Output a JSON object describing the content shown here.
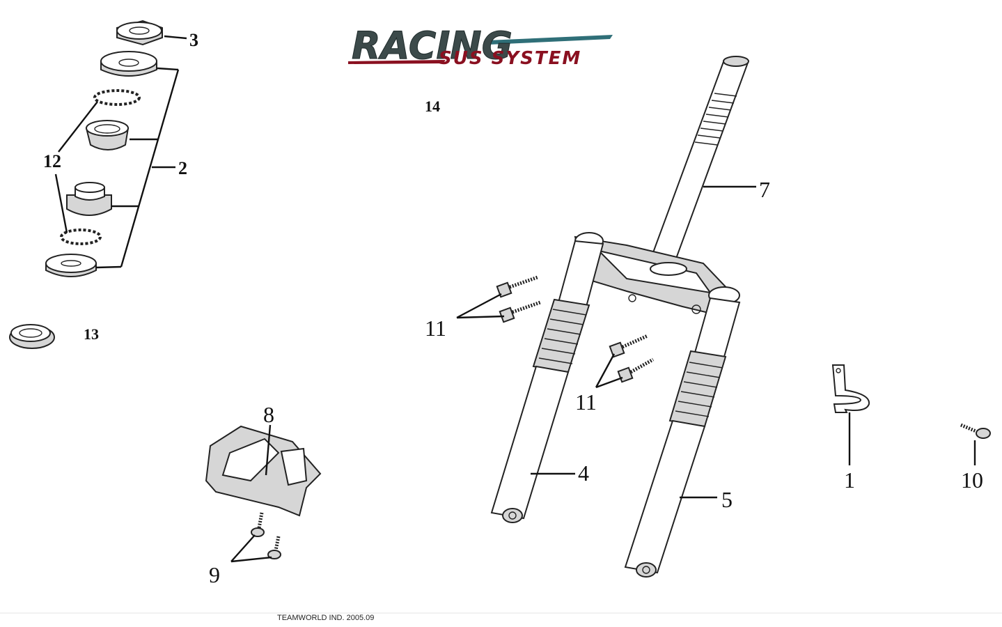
{
  "logo": {
    "main_text": "RACING",
    "sub_text": "SUS SYSTEM",
    "main_color": "#3c4a4a",
    "accent_color": "#8a1020",
    "swoosh_color": "#2f6f78"
  },
  "callouts": {
    "c1": "1",
    "c2": "2",
    "c3": "3",
    "c4": "4",
    "c5": "5",
    "c7": "7",
    "c8": "8",
    "c9": "9",
    "c10": "10",
    "c11a": "11",
    "c11b": "11",
    "c12": "12",
    "c13": "13",
    "c14": "14"
  },
  "footer": {
    "text": "TEAMWORLD IND. 2005.09"
  }
}
